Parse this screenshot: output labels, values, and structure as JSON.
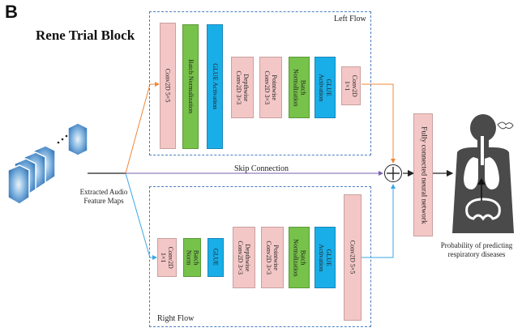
{
  "panel_letter": "B",
  "block_title": "Rene Trial Block",
  "input_caption": [
    "Extracted Audio",
    "Feature Maps"
  ],
  "skip_label": "Skip Connection",
  "left_flow": {
    "label": "Left Flow",
    "blocks": [
      {
        "lines": [
          "Conv2D 5×5"
        ]
      },
      {
        "lines": [
          "Batch Normalization"
        ]
      },
      {
        "lines": [
          "GLUE Activation"
        ]
      },
      {
        "lines": [
          "Depthwise",
          "Conv2D 3×3"
        ]
      },
      {
        "lines": [
          "Pointwise",
          "Conv2D 3×3"
        ]
      },
      {
        "lines": [
          "Batch",
          "Normalization"
        ]
      },
      {
        "lines": [
          "GLUE",
          "Activation"
        ]
      },
      {
        "lines": [
          "Conv2D",
          "1×1"
        ]
      }
    ]
  },
  "right_flow": {
    "label": "Right Flow",
    "blocks": [
      {
        "lines": [
          "Conv2D",
          "1×1"
        ]
      },
      {
        "lines": [
          "Batch",
          "Norm"
        ]
      },
      {
        "lines": [
          "GLUE"
        ]
      },
      {
        "lines": [
          "Depthwise",
          "Conv2D 3×3"
        ]
      },
      {
        "lines": [
          "Pointwise",
          "Conv2D 3×3"
        ]
      },
      {
        "lines": [
          "Batch",
          "Normalization"
        ]
      },
      {
        "lines": [
          "GLUE",
          "Activation"
        ]
      },
      {
        "lines": [
          "Conv2D 5×5"
        ]
      }
    ]
  },
  "fc_label": "Fully connected neural network",
  "output_caption": [
    "Probability of predicting",
    "respiratory diseases"
  ],
  "colors": {
    "pink": "#f4c7c7",
    "green": "#77c24a",
    "blue": "#1aaee8",
    "left_arrow": "#f0883a",
    "right_arrow": "#3aa7e8",
    "skip_arrow": "#7a5fb0",
    "flow_border": "#4a7fc0"
  }
}
